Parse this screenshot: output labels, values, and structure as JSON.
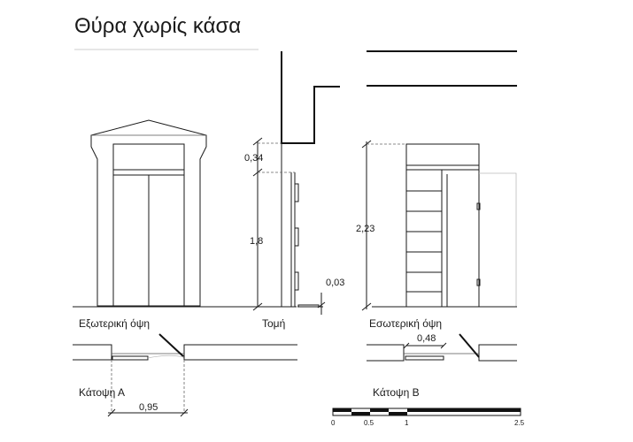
{
  "title": "Θύρα χωρίς κάσα",
  "views": {
    "exterior": "Εξωτερική όψη",
    "section": "Τομή",
    "interior": "Εσωτερική όψη",
    "plan_a": "Κάτοψη Α",
    "plan_b": "Κάτοψη Β"
  },
  "dimensions": {
    "head_height": "0,34",
    "door_height": "1,8",
    "overall_height": "2,23",
    "threshold": "0,03",
    "leaf_width": "0,48",
    "opening_width": "0,95"
  },
  "scale_bar": {
    "ticks": [
      "0",
      "0.5",
      "1",
      "2.5"
    ]
  },
  "colors": {
    "line": "#1a1a1a",
    "background": "#ffffff"
  }
}
